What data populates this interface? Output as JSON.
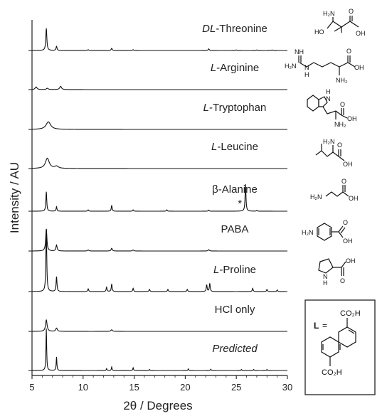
{
  "chart_data": {
    "type": "line",
    "xlabel": "2θ / Degrees",
    "ylabel": "Intensity / AU",
    "xlim": [
      5,
      30
    ],
    "xticks": [
      5,
      10,
      15,
      20,
      25,
      30
    ],
    "series": [
      {
        "name": "DL-Threonine",
        "name_parts": [
          {
            "text": "DL",
            "italic": true
          },
          {
            "text": "-Threonine",
            "italic": false
          }
        ],
        "peaks": [
          [
            6.4,
            0.82
          ],
          [
            7.4,
            0.15
          ],
          [
            10.5,
            0.03
          ],
          [
            12.8,
            0.08
          ],
          [
            14.9,
            0.03
          ],
          [
            22.3,
            0.06
          ],
          [
            25.0,
            0.02
          ],
          [
            27.0,
            0.02
          ],
          [
            28.5,
            0.02
          ]
        ],
        "width": 0.12,
        "baseline": 0.0
      },
      {
        "name": "L-Arginine",
        "name_parts": [
          {
            "text": "L",
            "italic": true
          },
          {
            "text": "-Arginine",
            "italic": false
          }
        ],
        "peaks": [
          [
            5.4,
            0.1
          ],
          [
            6.5,
            0.05
          ],
          [
            7.8,
            0.12
          ]
        ],
        "width": 0.22,
        "baseline": 0.0
      },
      {
        "name": "L-Tryptophan",
        "name_parts": [
          {
            "text": "L",
            "italic": true
          },
          {
            "text": "-Tryptophan",
            "italic": false
          }
        ],
        "peaks": [
          [
            6.6,
            0.28
          ]
        ],
        "width": 0.55,
        "baseline": 0.0
      },
      {
        "name": "L-Leucine",
        "name_parts": [
          {
            "text": "L",
            "italic": true
          },
          {
            "text": "-Leucine",
            "italic": false
          }
        ],
        "peaks": [
          [
            6.5,
            0.38
          ],
          [
            7.4,
            0.08
          ]
        ],
        "width": 0.45,
        "baseline": 0.0
      },
      {
        "name": "β-Alanine",
        "name_parts": [
          {
            "text": "β-Alanine",
            "italic": false
          }
        ],
        "peaks": [
          [
            6.4,
            0.72
          ],
          [
            7.4,
            0.16
          ],
          [
            10.5,
            0.05
          ],
          [
            12.8,
            0.22
          ],
          [
            14.9,
            0.05
          ],
          [
            18.2,
            0.05
          ],
          [
            22.3,
            0.04
          ],
          [
            25.9,
            1.0
          ],
          [
            27.0,
            0.03
          ]
        ],
        "width": 0.1,
        "baseline": 0.0
      },
      {
        "name": "PABA",
        "name_parts": [
          {
            "text": "PABA",
            "italic": false
          }
        ],
        "peaks": [
          [
            6.4,
            0.82
          ],
          [
            7.4,
            0.22
          ],
          [
            10.5,
            0.04
          ],
          [
            12.8,
            0.1
          ],
          [
            14.9,
            0.04
          ],
          [
            22.3,
            0.05
          ]
        ],
        "width": 0.14,
        "baseline": 0.0
      },
      {
        "name": "L-Proline",
        "name_parts": [
          {
            "text": "L",
            "italic": true
          },
          {
            "text": "-Proline",
            "italic": false
          }
        ],
        "peaks": [
          [
            6.4,
            2.3
          ],
          [
            7.4,
            0.55
          ],
          [
            10.5,
            0.1
          ],
          [
            12.3,
            0.16
          ],
          [
            12.8,
            0.28
          ],
          [
            14.9,
            0.12
          ],
          [
            16.5,
            0.08
          ],
          [
            18.3,
            0.08
          ],
          [
            20.2,
            0.08
          ],
          [
            22.1,
            0.25
          ],
          [
            22.4,
            0.3
          ],
          [
            26.6,
            0.12
          ],
          [
            28.0,
            0.08
          ],
          [
            29.0,
            0.06
          ]
        ],
        "width": 0.1,
        "baseline": 0.0
      },
      {
        "name": "HCl only",
        "name_parts": [
          {
            "text": "HCl only",
            "italic": false
          }
        ],
        "peaks": [
          [
            6.4,
            0.42
          ],
          [
            7.4,
            0.12
          ],
          [
            12.8,
            0.06
          ]
        ],
        "width": 0.18,
        "baseline": 0.0
      },
      {
        "name": "Predicted",
        "name_parts": [
          {
            "text": "Predicted",
            "italic": true
          }
        ],
        "peaks": [
          [
            6.4,
            1.55
          ],
          [
            7.4,
            0.5
          ],
          [
            12.3,
            0.07
          ],
          [
            12.8,
            0.13
          ],
          [
            14.9,
            0.1
          ],
          [
            16.5,
            0.04
          ],
          [
            20.3,
            0.06
          ],
          [
            22.5,
            0.05
          ],
          [
            25.5,
            0.04
          ],
          [
            26.7,
            0.04
          ],
          [
            28.0,
            0.04
          ]
        ],
        "width": 0.08,
        "baseline": 0.0
      }
    ],
    "annotations": [
      {
        "text": "*",
        "series": "β-Alanine",
        "x": 25.9
      }
    ],
    "legend_box": {
      "label": "L",
      "equals": "=",
      "top_group": "CO₂H",
      "bottom_group": "CO₂H"
    }
  },
  "structures": {
    "threonine": {
      "nh2": "H₂N",
      "ho": "HO",
      "oh": "OH",
      "o": "O"
    },
    "arginine": {
      "nh": "NH",
      "h2n": "H₂N",
      "n": "N",
      "h": "H",
      "o": "O",
      "oh": "OH",
      "nh2": "NH₂"
    },
    "tryptophan": {
      "h": "H",
      "n": "N",
      "o": "O",
      "oh": "OH",
      "nh2": "NH₂"
    },
    "leucine": {
      "h2n": "H₂N",
      "o": "O",
      "oh": "OH"
    },
    "alanine": {
      "h2n": "H₂N",
      "o": "O",
      "oh": "OH"
    },
    "paba": {
      "h2n": "H₂N",
      "o": "O",
      "oh": "OH"
    },
    "proline": {
      "n": "N",
      "h": "H",
      "oh": "OH",
      "o": "O"
    }
  }
}
